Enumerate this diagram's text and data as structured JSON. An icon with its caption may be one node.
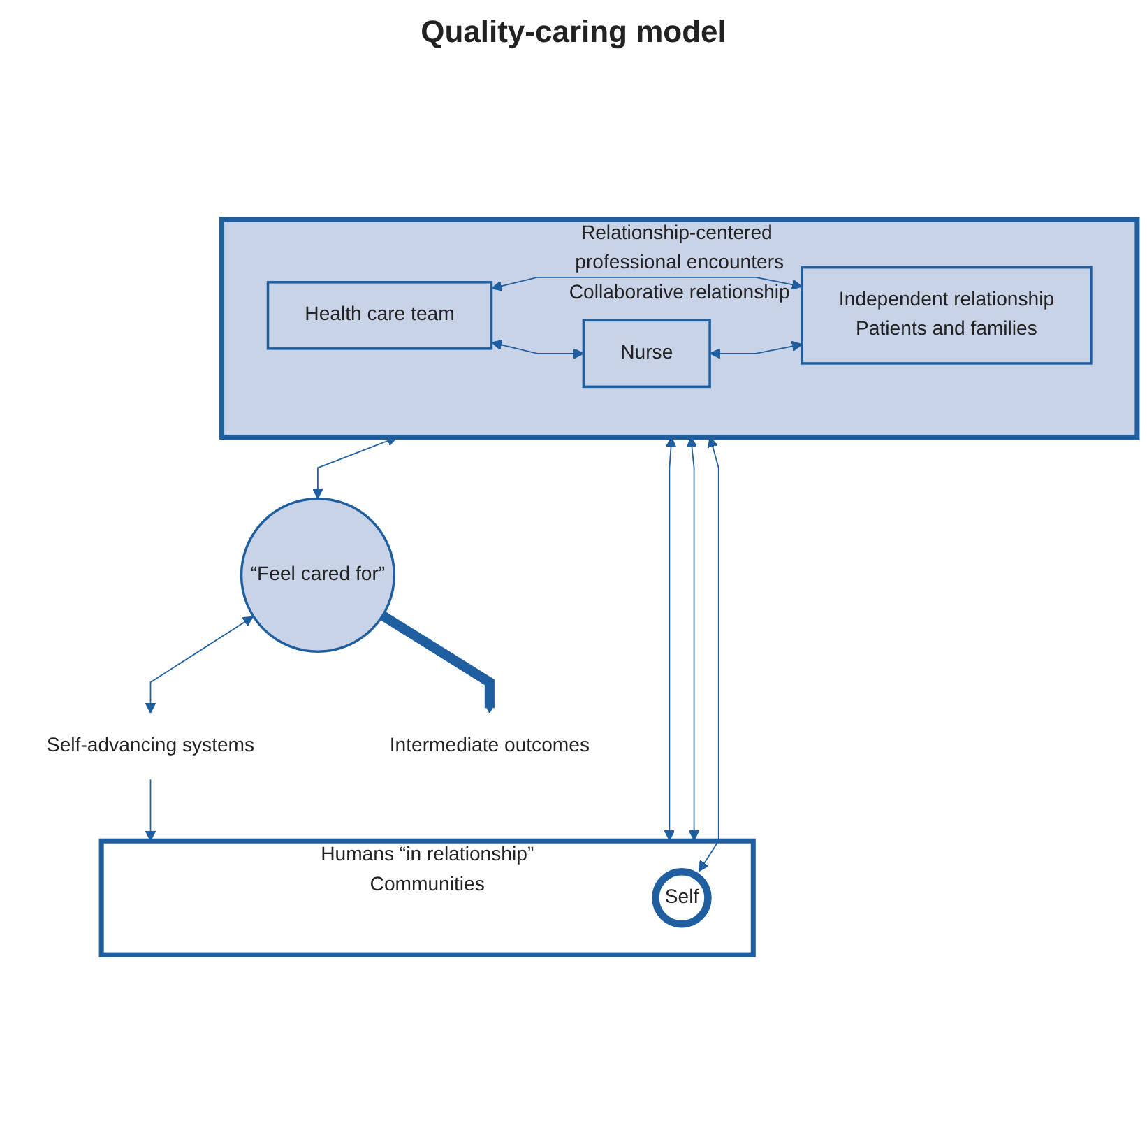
{
  "diagram": {
    "title": "Quality-caring model",
    "nodes": [
      {
        "text": [
          "“Feel cared for”"
        ]
      },
      {
        "text": [
          "Self-advancing systems"
        ]
      },
      {
        "text": [
          "Relationship-centered professional encounters",
          "Collaborative relationship"
        ]
      },
      {
        "text": [
          "Health care team"
        ],
        "in": 2
      },
      {
        "text": [
          "Nurse"
        ],
        "in": 2
      },
      {
        "text": [
          "Independent relationship",
          "Patients and families"
        ],
        "in": 2
      },
      {
        "text": [
          "Intermediate outcomes"
        ]
      },
      {
        "text": [
          "Humans “in relationship”",
          "Communities"
        ]
      },
      {
        "text": [
          "Self"
        ],
        "in": 7
      }
    ],
    "edges": [
      {
        "from": 0,
        "to": 1,
        "arrow": "both"
      },
      {
        "from": 2,
        "to": 0,
        "arrow": "both"
      },
      {
        "from": 3,
        "to": 4,
        "arrow": "both"
      },
      {
        "from": 3,
        "to": 5,
        "arrow": "both"
      },
      {
        "from": 4,
        "to": 5,
        "arrow": "both"
      },
      {
        "from": 0,
        "to": 6,
        "arrow": "to",
        "style": "thick"
      },
      {
        "from": 7,
        "to": 2,
        "arrow": "both"
      },
      {
        "from": 7,
        "to": 2,
        "arrow": "both"
      },
      {
        "from": 8,
        "to": 2,
        "arrow": "both"
      },
      {
        "from": 1,
        "to": 7,
        "arrow": "to"
      }
    ]
  }
}
